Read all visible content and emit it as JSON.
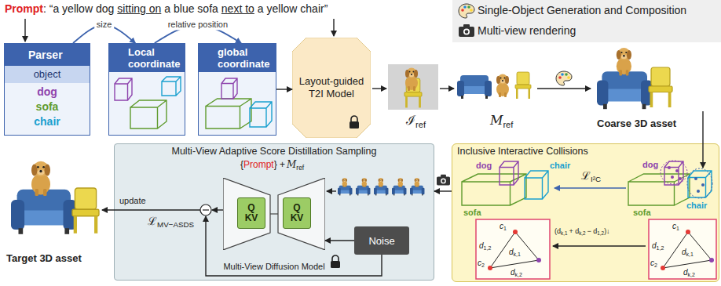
{
  "diagram": {
    "nodes": [
      {
        "text": [
          "Parser",
          "object",
          "dog",
          "sofa",
          "chair"
        ]
      },
      {
        "text": [
          "Local coordinate"
        ]
      },
      {
        "text": [
          "global coordinate"
        ]
      },
      {
        "text": [
          "Layout-guided T2I Model"
        ]
      },
      {
        "text": [
          "Inclusive Interactive Collisions"
        ]
      },
      {
        "text": [
          "Multi-View Adaptive Score Distillation Sampling"
        ]
      },
      {
        "text": [
          "Multi-View Diffusion Model"
        ],
        "in": 5
      },
      {
        "text": [
          "Q KV"
        ],
        "in": 6
      },
      {
        "text": [
          "Q KV"
        ],
        "in": 6
      },
      {
        "text": [
          "Noise"
        ],
        "in": 5
      }
    ],
    "edges": [
      {
        "from": 0,
        "to": 1,
        "label": "size",
        "arrow": "to"
      },
      {
        "from": 1,
        "to": 2,
        "label": "relative position",
        "arrow": "to"
      },
      {
        "from": 2,
        "to": 3,
        "arrow": "to"
      },
      {
        "from": 4,
        "to": 5,
        "arrow": "to"
      },
      {
        "from": 9,
        "to": 6,
        "arrow": "to"
      }
    ],
    "labels": [
      "Prompt",
      ": “a yellow dog",
      "sitting on",
      "a blue sofa",
      "next to",
      "a yellow chair”",
      "ℐ",
      "ref",
      "M",
      "ref",
      "Coarse 3D asset",
      "{",
      "Prompt",
      "} +",
      "M",
      "ref",
      "update",
      "ℒ",
      "MV−ASDS",
      "Target 3D asset",
      "dog",
      "chair",
      "sofa",
      "dog",
      "chair",
      "sofa",
      "ℒ",
      "I²C",
      "c",
      "1",
      "c",
      "2",
      "d",
      "k,1",
      "d",
      "k,2",
      "d",
      "1,2",
      "c",
      "1",
      "c",
      "2",
      "d",
      "k,1",
      "d",
      "k,2",
      "d",
      "1,2",
      "(d",
      "k,1",
      "+ d",
      "k,2",
      "− d",
      "1,2",
      ")↓"
    ],
    "legend": [
      {
        "text": "Single-Object Generation and Composition"
      },
      {
        "text": "Multi-view rendering"
      }
    ]
  }
}
